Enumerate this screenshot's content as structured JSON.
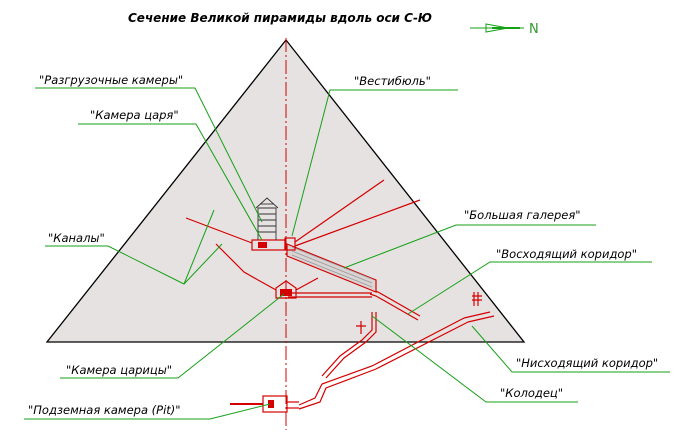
{
  "title": "Сечение Великой пирамиды  вдоль оси С-Ю",
  "north_label": "N",
  "colors": {
    "pyramid_fill": "#e6e2e2",
    "structure": "#d40000",
    "leader": "#16a016",
    "north_text": "#2e9a2e"
  },
  "labels": {
    "relieving_chambers": "\"Разгрузочные камеры\"",
    "vestibule": "\"Вестибюль\"",
    "kings_chamber": "\"Камера царя\"",
    "grand_gallery": "\"Большая галерея\"",
    "shafts": "\"Каналы\"",
    "ascending_corridor": "\"Восходящий коридор\"",
    "queens_chamber": "\"Камера царицы\"",
    "descending_corridor": "\"Нисходящий коридор\"",
    "well_shaft": "\"Колодец\"",
    "subterranean_chamber": "\"Подземная камера (Pit)\""
  }
}
